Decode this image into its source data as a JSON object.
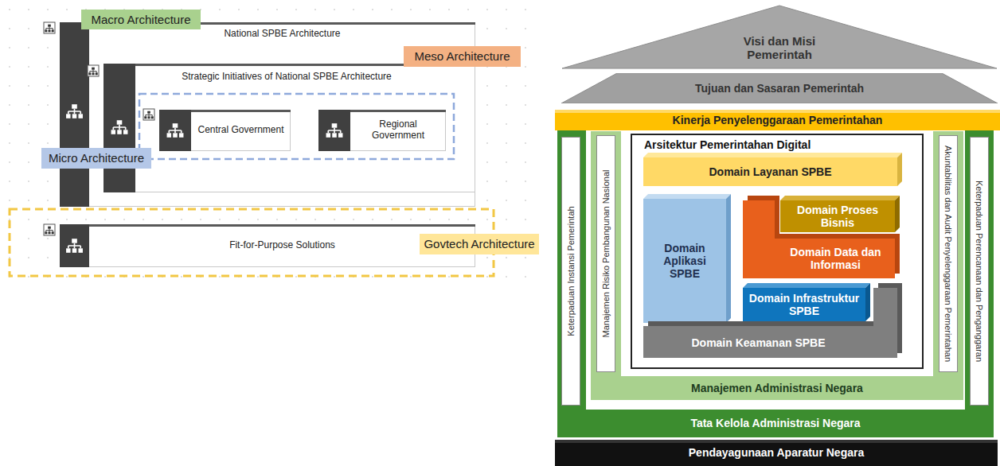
{
  "diagram": {
    "nodes": [
      {
        "text": [
          "Macro Architecture"
        ]
      },
      {
        "text": [
          "National SPBE Architecture"
        ]
      },
      {
        "text": [
          "Meso Architecture"
        ]
      },
      {
        "text": [
          "Strategic Initiatives of National SPBE Architecture"
        ],
        "in": 1
      },
      {
        "text": [
          "Micro Architecture"
        ]
      },
      {
        "text": [
          "Central Government"
        ],
        "in": 3
      },
      {
        "text": [
          "Regional Government"
        ],
        "in": 3
      },
      {
        "text": [
          "Govtech Architecture"
        ]
      },
      {
        "text": [
          "Fit-for-Purpose Solutions"
        ]
      },
      {
        "text": [
          "Visi dan Misi Pemerintah"
        ]
      },
      {
        "text": [
          "Tujuan dan Sasaran Pemerintah"
        ]
      },
      {
        "text": [
          "Kinerja Penyelenggaraan Pemerintahan"
        ]
      },
      {
        "text": [
          "Tata Kelola Administrasi Negara"
        ]
      },
      {
        "text": [
          "Keterpaduan Instansi Pemerintah"
        ],
        "in": 12
      },
      {
        "text": [
          "Keterpaduan Perencanaan dan Penganggaran"
        ],
        "in": 12
      },
      {
        "text": [
          "Manajemen Administrasi Negara"
        ],
        "in": 12
      },
      {
        "text": [
          "Manajemen Risiko Pembangunan Nasional"
        ],
        "in": 15
      },
      {
        "text": [
          "Akuntabilitas dan Audit Penyelenggaraan Pemerintahan"
        ],
        "in": 15
      },
      {
        "text": [
          "Arsitektur Pemerintahan Digital"
        ],
        "in": 15
      },
      {
        "text": [
          "Domain Layanan SPBE"
        ],
        "in": 18
      },
      {
        "text": [
          "Domain Aplikasi SPBE"
        ],
        "in": 18
      },
      {
        "text": [
          "Domain Data dan Informasi"
        ],
        "in": 18
      },
      {
        "text": [
          "Domain Proses Bisnis"
        ],
        "in": 18
      },
      {
        "text": [
          "Domain Infrastruktur SPBE"
        ],
        "in": 18
      },
      {
        "text": [
          "Domain Keamanan SPBE"
        ],
        "in": 18
      },
      {
        "text": [
          "Pendayagunaan Aparatur Negara"
        ]
      }
    ]
  }
}
